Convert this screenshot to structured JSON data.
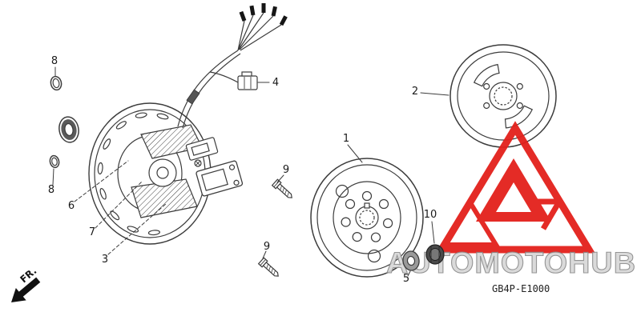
{
  "diagram": {
    "code": "GB4P-E1000",
    "fr_label": "FR.",
    "callouts": [
      {
        "label": "8",
        "position": "upper-left-o-ring"
      },
      {
        "label": "8",
        "position": "lower-left-o-ring"
      },
      {
        "label": "6",
        "position": "seal-ring"
      },
      {
        "label": "7",
        "position": "gasket-ring"
      },
      {
        "label": "3",
        "position": "stator-base-plate"
      },
      {
        "label": "4",
        "position": "wire-connector"
      },
      {
        "label": "9",
        "position": "upper-bolt"
      },
      {
        "label": "9",
        "position": "lower-bolt"
      },
      {
        "label": "1",
        "position": "flywheel-rotor"
      },
      {
        "label": "2",
        "position": "rotor-cover"
      },
      {
        "label": "10",
        "position": "flange-nut"
      },
      {
        "label": "5",
        "position": "washer"
      }
    ]
  },
  "watermark": {
    "text": "AUTOMOTOHUB",
    "logo_color": "#e3201b",
    "text_color": "#d6d6d6"
  },
  "colors": {
    "line": "#3c3c3c",
    "background": "#ffffff"
  }
}
